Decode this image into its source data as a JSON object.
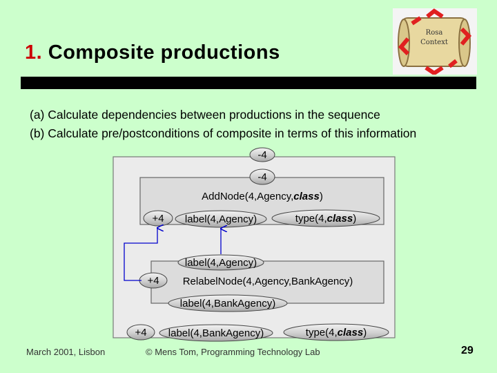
{
  "title": {
    "number": "1.",
    "text": "Composite productions"
  },
  "bullets": [
    "(a) Calculate dependencies between productions in the sequence",
    "(b) Calculate pre/postconditions of composite in terms of this information"
  ],
  "diagram": {
    "top_badges": [
      "-4",
      "-4"
    ],
    "add_node": {
      "label_prefix": "AddNode(4,Agency,",
      "label_class": "class",
      "label_suffix": ")",
      "badge": "+4",
      "label_item": "label(4,Agency)",
      "type_prefix": "type(4,",
      "type_class": "class",
      "type_suffix": ")"
    },
    "relabel_node": {
      "pre_label": "label(4,Agency)",
      "badge": "+4",
      "label": "RelabelNode(4,Agency,BankAgency)",
      "post_label": "label(4,BankAgency)"
    },
    "bottom": {
      "badge": "+4",
      "label_item": "label(4,BankAgency)",
      "type_prefix": "type(4,",
      "type_class": "class",
      "type_suffix": ")"
    }
  },
  "logo": {
    "line1": "Rosa",
    "line2": "Context"
  },
  "footer": {
    "left": "March 2001, Lisbon",
    "center": "© Mens Tom, Programming Technology Lab",
    "page": "29"
  },
  "colors": {
    "background": "#ccffcc",
    "title_number": "#cc0000",
    "arrow": "#0000cc",
    "logo_red": "#e02020"
  }
}
